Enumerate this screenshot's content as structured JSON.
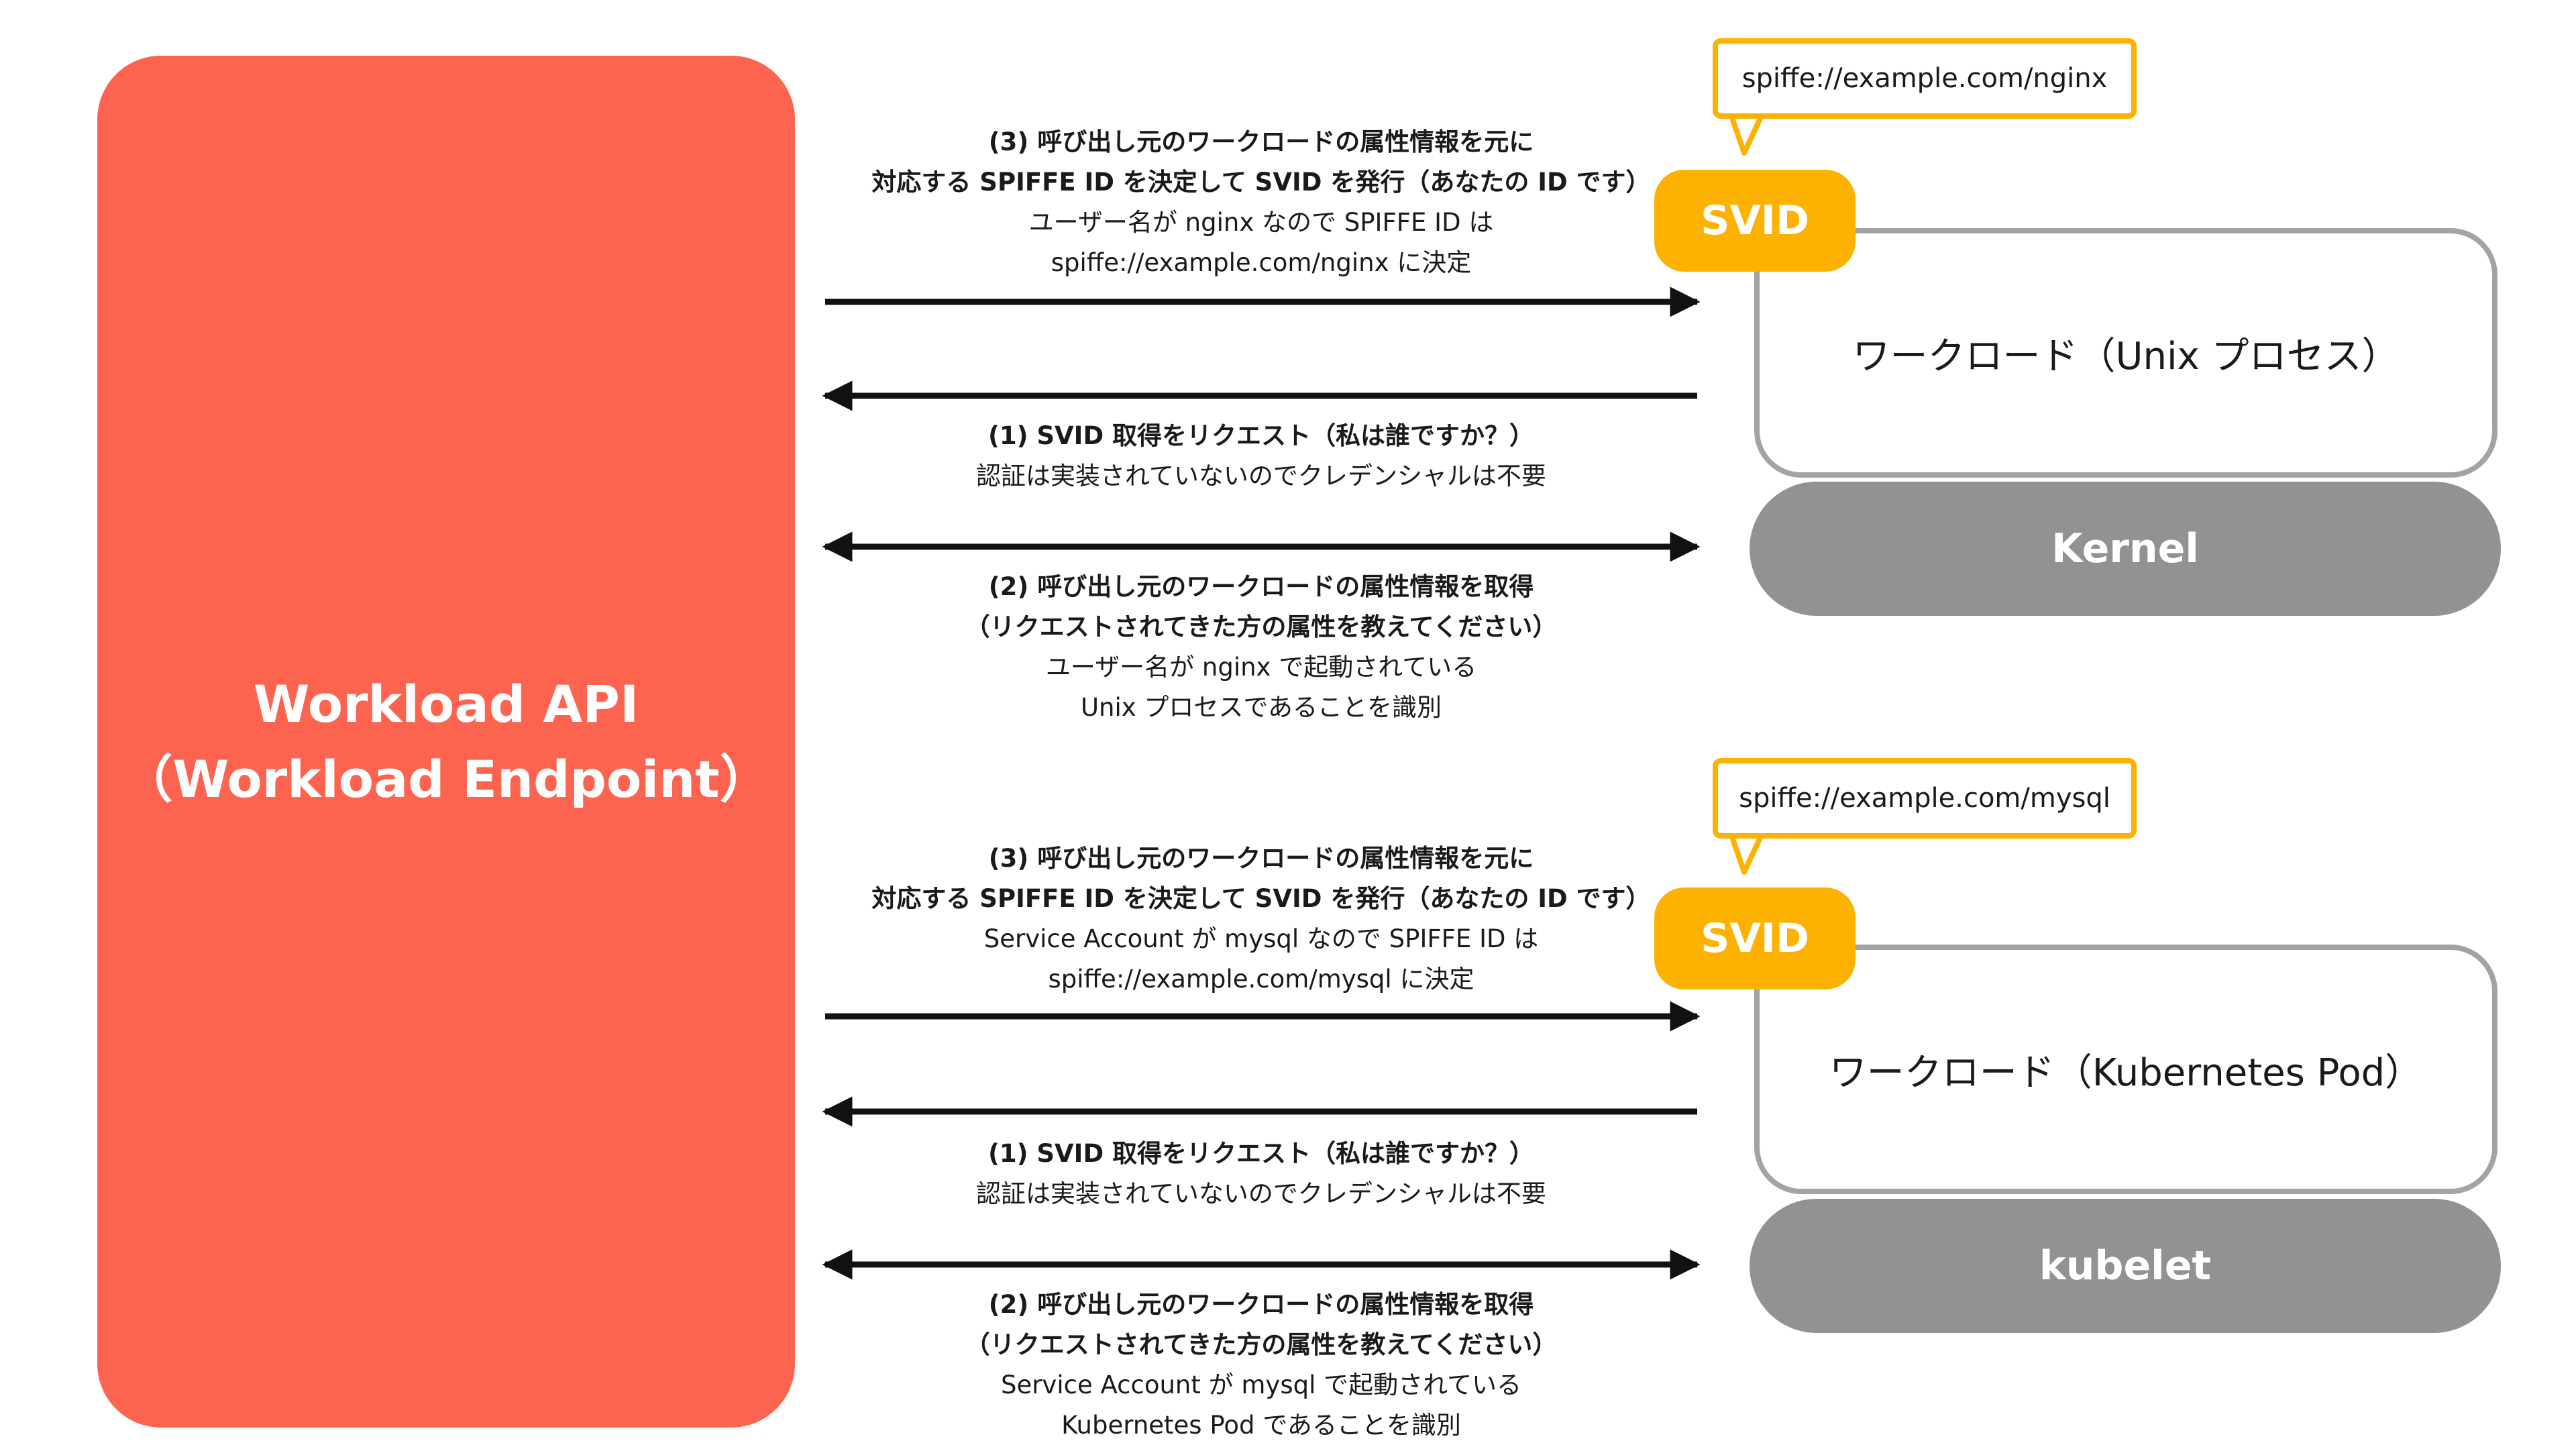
{
  "api": {
    "title_line1": "Workload API",
    "title_line2": "（Workload Endpoint）"
  },
  "sections": [
    {
      "workload_label": "ワークロード（Unix プロセス）",
      "platform_label": "Kernel",
      "svid_label": "SVID",
      "spiffe_id": "spiffe://example.com/nginx",
      "step3": {
        "line1": "(3) 呼び出し元のワークロードの属性情報を元に",
        "line2": "対応する SPIFFE ID を決定して SVID を発行（あなたの ID です）",
        "line3": "ユーザー名が nginx なので SPIFFE ID は",
        "line4": "spiffe://example.com/nginx に決定"
      },
      "step1": {
        "line1": "(1) SVID 取得をリクエスト（私は誰ですか？）",
        "line2": "認証は実装されていないのでクレデンシャルは不要"
      },
      "step2": {
        "line1": "(2) 呼び出し元のワークロードの属性情報を取得",
        "line2": "（リクエストされてきた方の属性を教えてください）",
        "line3": "ユーザー名が nginx で起動されている",
        "line4": "Unix プロセスであることを識別"
      }
    },
    {
      "workload_label": "ワークロード（Kubernetes Pod）",
      "platform_label": "kubelet",
      "svid_label": "SVID",
      "spiffe_id": "spiffe://example.com/mysql",
      "step3": {
        "line1": "(3) 呼び出し元のワークロードの属性情報を元に",
        "line2": "対応する SPIFFE ID を決定して SVID を発行（あなたの ID です）",
        "line3": "Service Account が mysql なので SPIFFE ID は",
        "line4": "spiffe://example.com/mysql に決定"
      },
      "step1": {
        "line1": "(1) SVID 取得をリクエスト（私は誰ですか？）",
        "line2": "認証は実装されていないのでクレデンシャルは不要"
      },
      "step2": {
        "line1": "(2) 呼び出し元のワークロードの属性情報を取得",
        "line2": "（リクエストされてきた方の属性を教えてください）",
        "line3": "Service Account が mysql で起動されている",
        "line4": "Kubernetes Pod であることを識別"
      }
    }
  ],
  "colors": {
    "api": "#fd6450",
    "svid": "#fdb100",
    "platform": "#929292",
    "workload_border": "#a3a3a3",
    "arrow": "#111111"
  }
}
